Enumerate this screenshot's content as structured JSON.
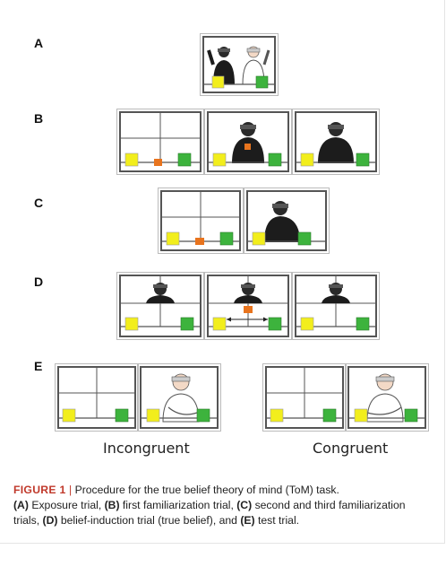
{
  "figure": {
    "rows": [
      {
        "label": "A"
      },
      {
        "label": "B"
      },
      {
        "label": "C"
      },
      {
        "label": "D"
      },
      {
        "label": "E"
      }
    ],
    "condition_labels": [
      "Incongruent",
      "Congruent"
    ]
  },
  "caption": {
    "figure_number": "FIGURE 1",
    "separator": "|",
    "lead": "Procedure for the true belief theory of mind (ToM) task.",
    "a_marker": "(A)",
    "a_text": "Exposure trial,",
    "b_marker": "(B)",
    "b_text": "first familiarization trial,",
    "c_marker": "(C)",
    "c_text": "second and third familiarization trials,",
    "d_marker": "(D)",
    "d_text": "belief-induction trial (true belief), and",
    "e_marker": "(E)",
    "e_text": "test trial."
  },
  "colors": {
    "yellow_box": "#f2ee1c",
    "green_box": "#3db33d",
    "orange_object": "#e8741e",
    "frame": "#555555"
  }
}
